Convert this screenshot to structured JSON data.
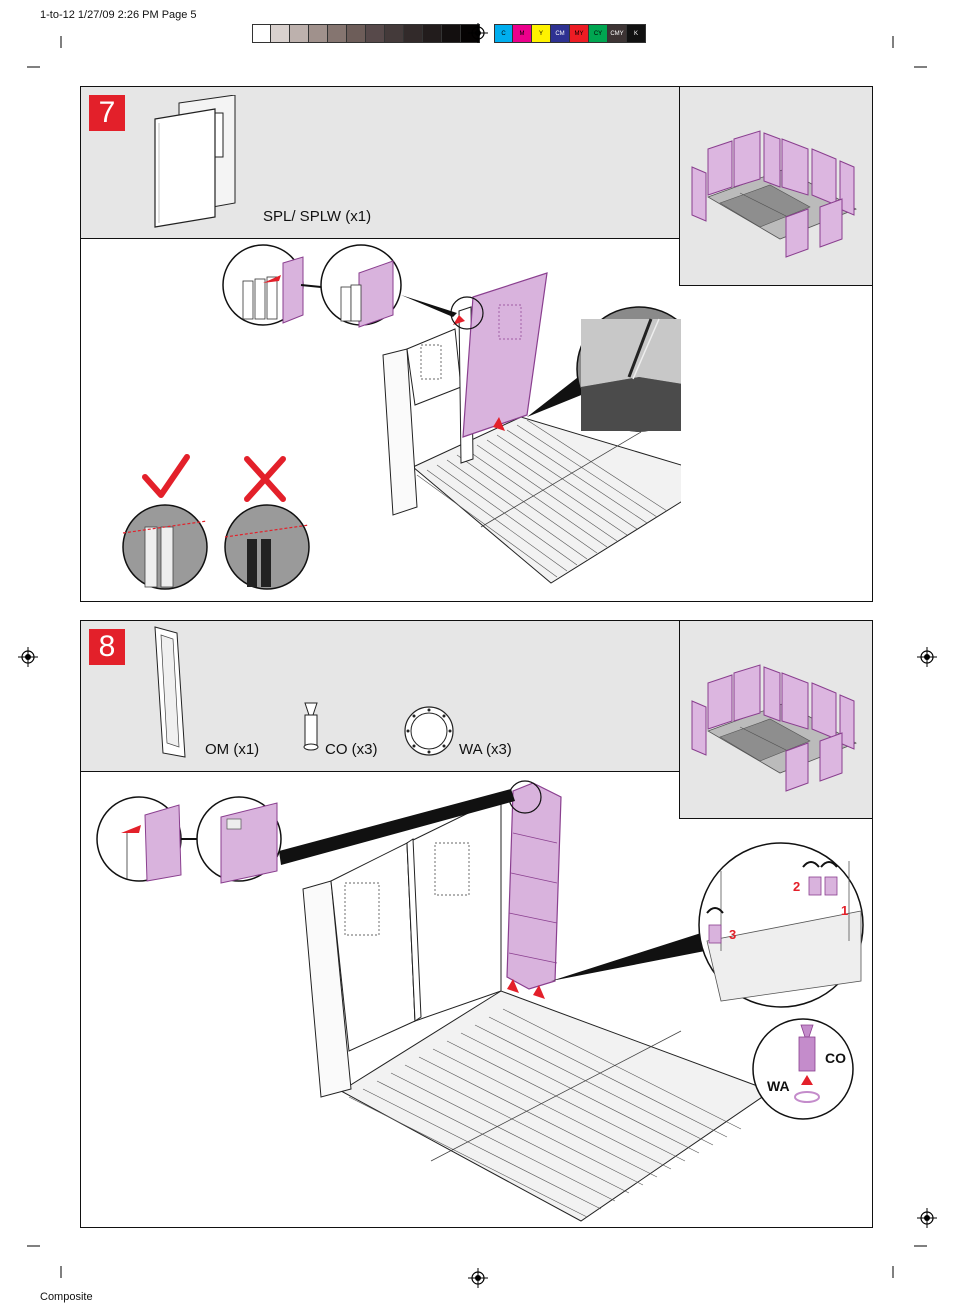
{
  "print_slug": "1-to-12  1/27/09 2:26 PM Page 5",
  "footer_label": "Composite",
  "color_bar": {
    "grays": [
      "#ffffff",
      "#d9d1ce",
      "#bdb1ad",
      "#a0918c",
      "#857570",
      "#6d5d59",
      "#57494a",
      "#443a3a",
      "#322a2a",
      "#221c1c",
      "#130f0f",
      "#050303"
    ],
    "process": [
      {
        "label": "C",
        "color": "#00aeef"
      },
      {
        "label": "M",
        "color": "#ec008c"
      },
      {
        "label": "Y",
        "color": "#fff200"
      },
      {
        "label": "CM",
        "color": "#2e3192"
      },
      {
        "label": "MY",
        "color": "#ed1c24"
      },
      {
        "label": "CY",
        "color": "#00a651"
      },
      {
        "label": "CMY",
        "color": "#3d3434"
      },
      {
        "label": "K",
        "color": "#111111"
      }
    ]
  },
  "colors": {
    "step_badge": "#e3202a",
    "panel_highlight": "#d9b3dd",
    "panel_stroke": "#8a3f8f",
    "arrow_red": "#e3202a",
    "band_gray": "#e6e6e6",
    "check_red": "#e3202a"
  },
  "steps": [
    {
      "number": "7",
      "parts": [
        {
          "label": "SPL/ SPLW (x1)"
        }
      ],
      "icons": [
        "check-icon",
        "cross-icon"
      ]
    },
    {
      "number": "8",
      "parts": [
        {
          "label": "OM (x1)"
        },
        {
          "label": "CO (x3)"
        },
        {
          "label": "WA (x3)"
        }
      ],
      "sequence_numbers": [
        "2",
        "1",
        "3"
      ],
      "callout_labels": {
        "co": "CO",
        "wa": "WA"
      }
    }
  ]
}
